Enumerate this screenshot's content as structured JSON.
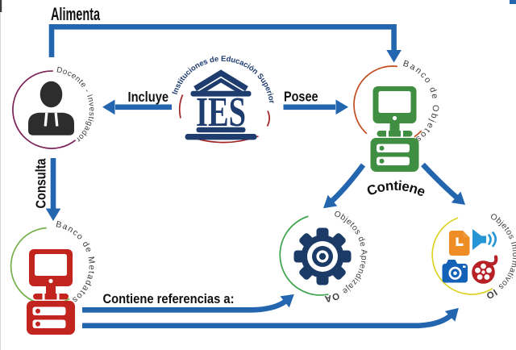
{
  "diagram": {
    "edge_labels": {
      "alimenta": "Alimenta",
      "incluye": "Incluye",
      "posee": "Posee",
      "consulta": "Consulta",
      "contiene": "Contiene",
      "contiene_referencias": "Contiene referencias a:"
    },
    "nodes": {
      "docente": {
        "label": "Docente - Investigador"
      },
      "ies": {
        "label": "Instituciones de Educación Superior",
        "acronym": "IES"
      },
      "banco_objetos": {
        "label": "Banco de Objetos"
      },
      "banco_metadatos": {
        "label": "Banco de Metadatos"
      },
      "objetos_aprendizaje": {
        "label": "Objetos de Aprendizaje",
        "acronym": "OA"
      },
      "objetos_informativos": {
        "label": "Objetos Informativos",
        "acronym": "IO"
      }
    },
    "icons": {
      "docente": "person-icon",
      "ies": "bank-building-icon",
      "banco_objetos": "computer-server-icon",
      "banco_metadatos": "computer-server-icon",
      "objetos_aprendizaje": "gear-icon",
      "objetos_informativos": [
        "document-icon",
        "speaker-icon",
        "camera-icon",
        "film-reel-icon"
      ]
    },
    "colors": {
      "arrow_blue": "#2365af",
      "label_text": "#101010",
      "node_text": "#3d3d3d",
      "docente_ring": "#7b2256",
      "person": "#2d2d2d",
      "ies_navy": "#1e3c6e",
      "ies_ring_red": "#a32222",
      "objetos_ring": "#c44d21",
      "objetos_computer": "#3f8e41",
      "metadatos_ring": "#76b04b",
      "metadatos_computer": "#c1251e",
      "oa_ring": "#3aa34c",
      "oa_gear": "#1c3a66",
      "io_ring": "#ddd326",
      "doc_orange": "#ee8c25",
      "doc_fold": "#f0993a",
      "speaker_blue": "#2595d6",
      "camera_blue": "#1462b8",
      "reel_red": "#b72025"
    }
  }
}
